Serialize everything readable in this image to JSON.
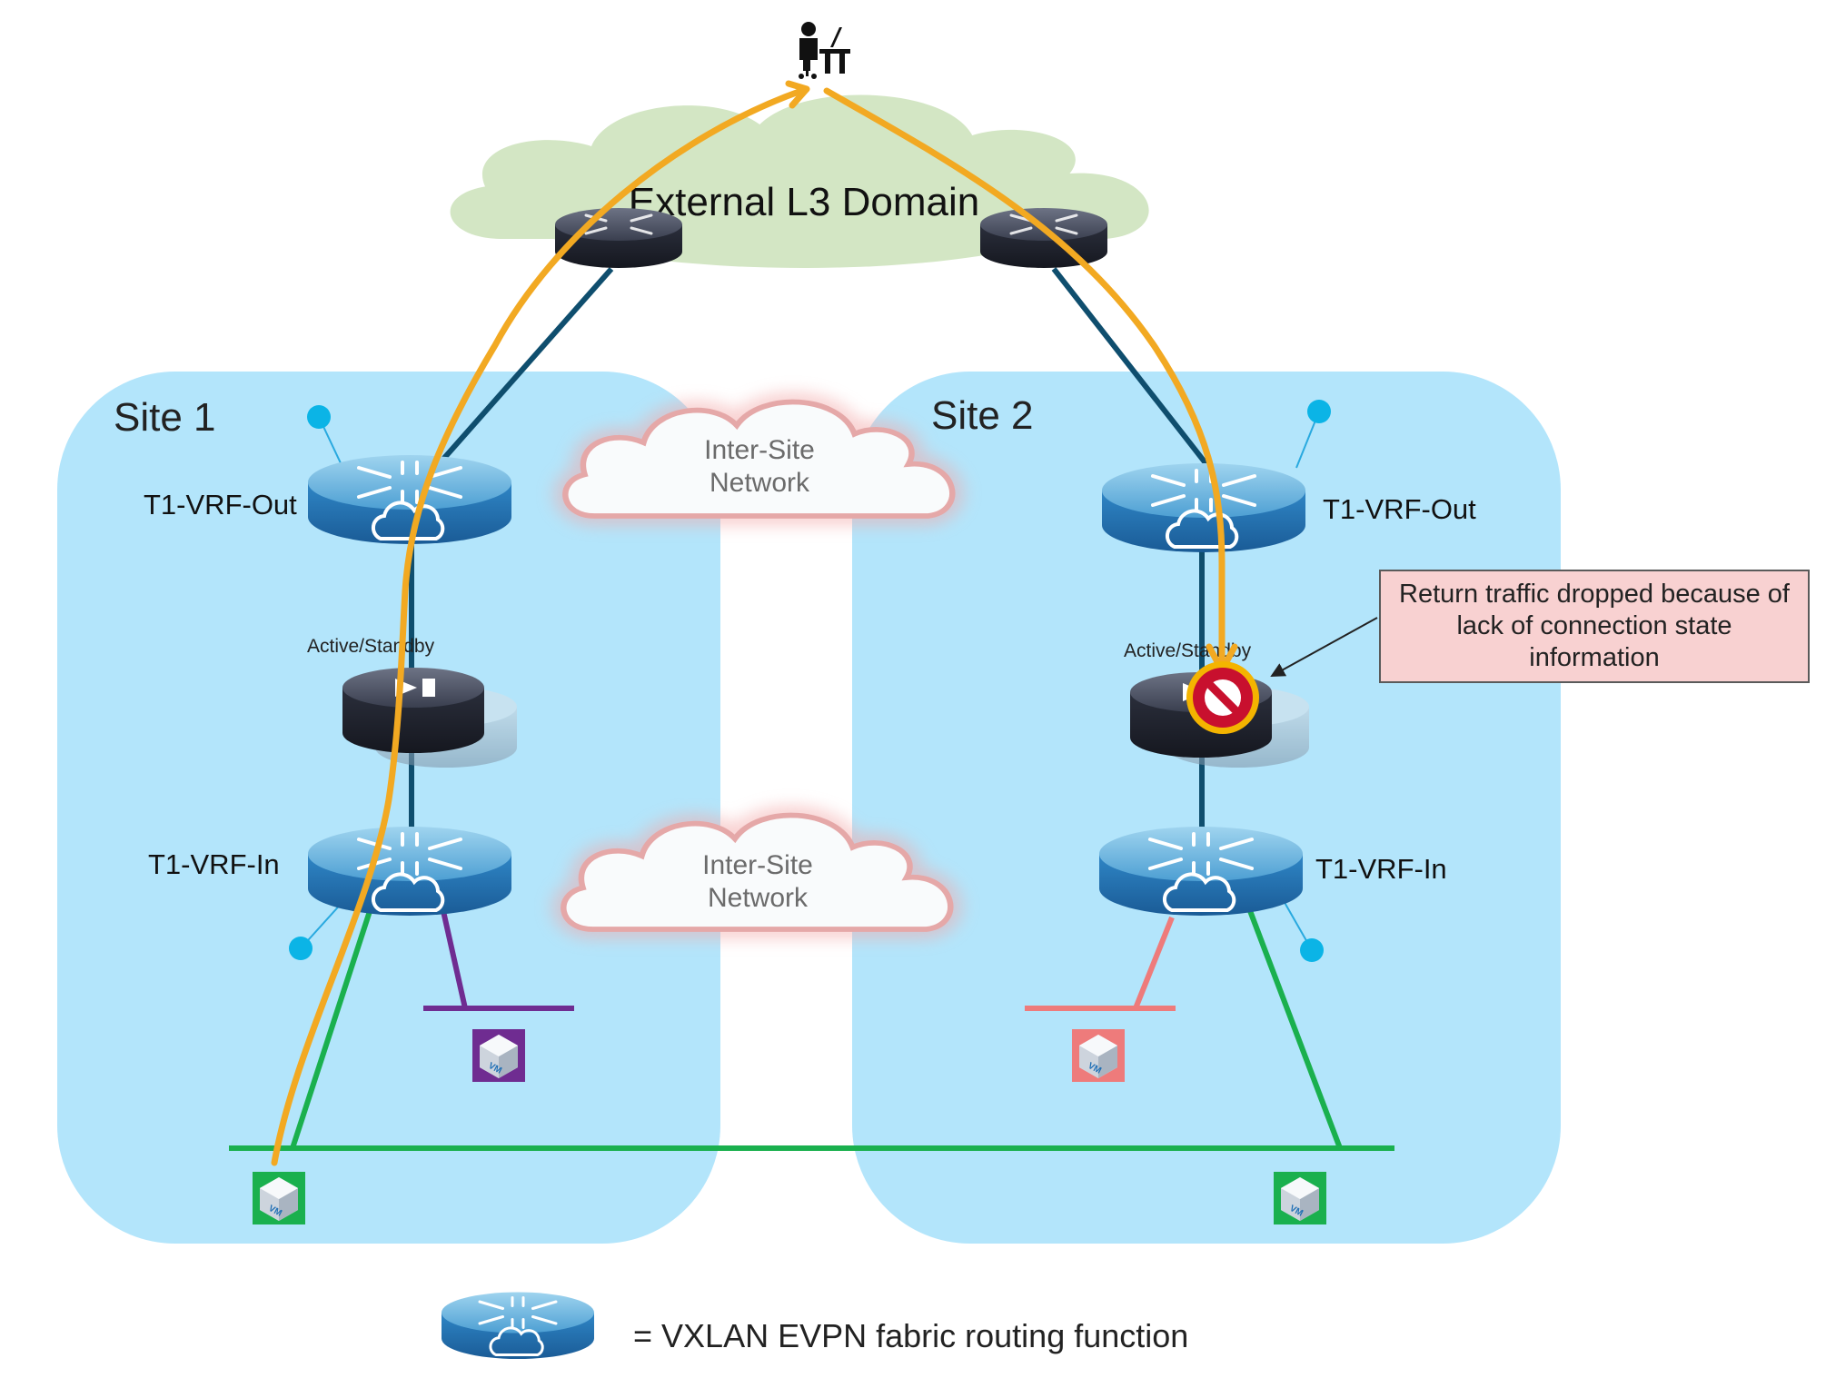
{
  "external": {
    "domain_label": "External L3 Domain"
  },
  "inter_site": {
    "top": {
      "line1": "Inter-Site",
      "line2": "Network"
    },
    "bottom": {
      "line1": "Inter-Site",
      "line2": "Network"
    }
  },
  "site1": {
    "title": "Site 1",
    "vrf_out_label": "T1-VRF-Out",
    "vrf_in_label": "T1-VRF-In",
    "firewall_label": "Active/Standby"
  },
  "site2": {
    "title": "Site 2",
    "vrf_out_label": "T1-VRF-Out",
    "vrf_in_label": "T1-VRF-In",
    "firewall_label": "Active/Standby"
  },
  "callout": {
    "text": "Return traffic dropped because of lack of connection state information"
  },
  "legend": {
    "text": "= VXLAN EVPN fabric routing function"
  },
  "vm_label": "VM",
  "colors": {
    "site_fill": "#b3e5fb",
    "cloud_fill": "#d3e6c4",
    "traffic_path": "#f2a922",
    "uplink": "#0f4e6e",
    "green_segment": "#1ab04e",
    "purple_segment": "#6f2c91",
    "red_segment": "#ee7b7b",
    "callout_fill": "#f8d1d1"
  },
  "icons": [
    "user-at-desk-icon",
    "router-icon",
    "fabric-router-icon",
    "firewall-icon",
    "vm-icon",
    "blocked-icon",
    "endpoint-dot-icon"
  ]
}
